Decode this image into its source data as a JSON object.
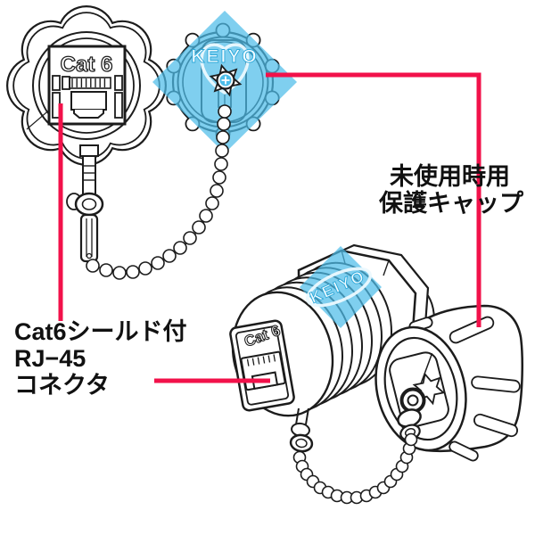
{
  "figure": {
    "type": "product-annotation-diagram",
    "views": {
      "front": {
        "port_label": "Cat 6"
      },
      "cap_front": {
        "watermark": "KEIYO"
      },
      "assembly": {
        "port_label": "Cat 6",
        "watermark": "KEIYO"
      }
    },
    "callouts": {
      "connector": {
        "line1": "Cat6シールド付",
        "line2": "RJ−45",
        "line3": "コネクタ"
      },
      "cap": {
        "line1": "未使用時用",
        "line2": "保護キャップ"
      }
    },
    "colors": {
      "annotation": "#f2114a",
      "line": "#1c1c1c",
      "watermark": "#4dbde9",
      "watermark_text_stroke": "#2ea9da",
      "background": "#ffffff"
    }
  }
}
